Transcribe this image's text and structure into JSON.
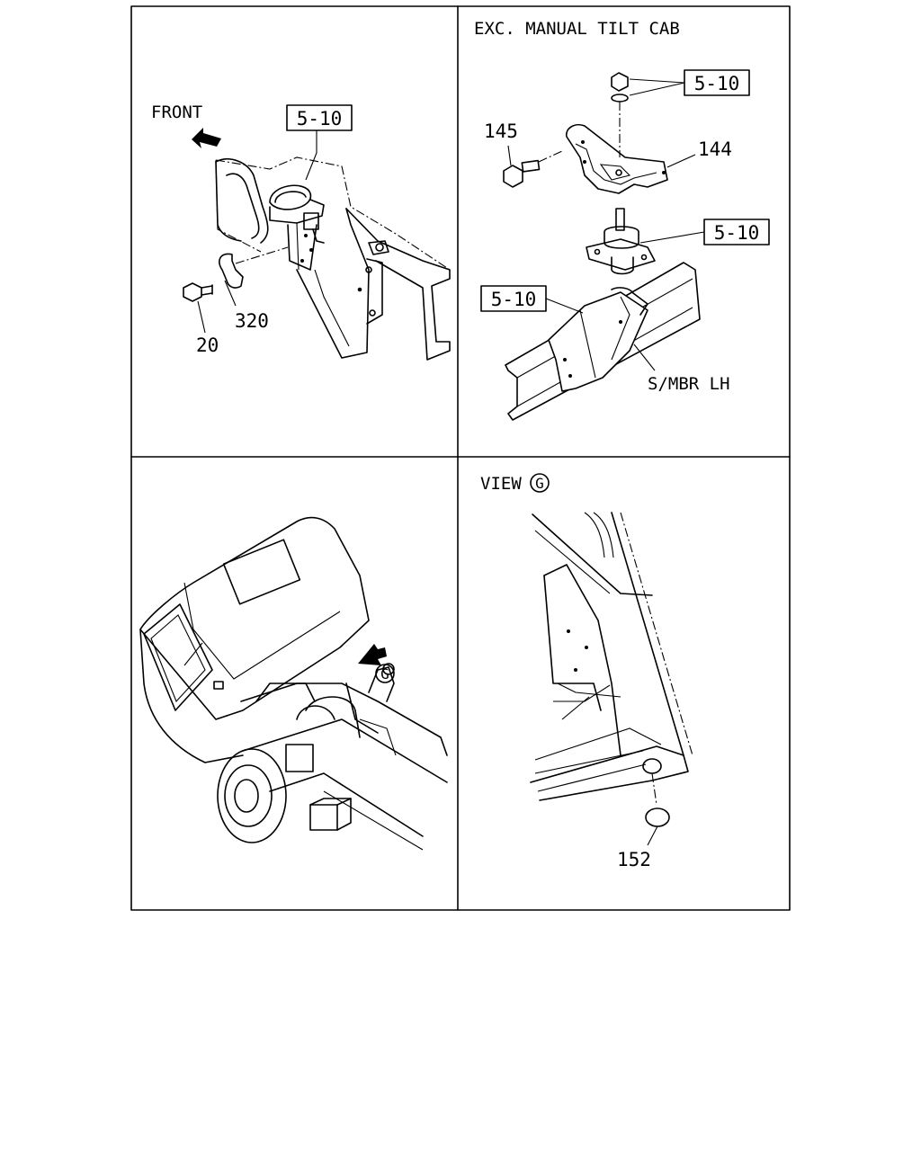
{
  "panels": {
    "top_left": {
      "front_label": "FRONT",
      "ref_box": "5-10",
      "callouts": [
        "320",
        "20"
      ]
    },
    "top_right": {
      "title": "EXC. MANUAL TILT CAB",
      "ref_boxes": [
        "5-10",
        "5-10",
        "5-10"
      ],
      "callouts": [
        "145",
        "144"
      ],
      "member_label": "S/MBR LH"
    },
    "bottom_left": {
      "view_marker": "G"
    },
    "bottom_right": {
      "view_label": "VIEW",
      "view_marker": "G",
      "callouts": [
        "152"
      ]
    }
  }
}
